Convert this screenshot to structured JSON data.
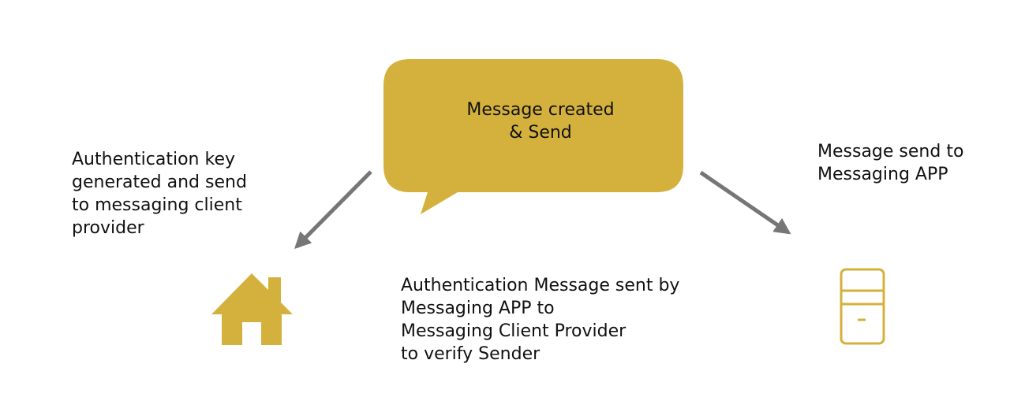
{
  "colors": {
    "accent": "#D4B13C",
    "arrow": "#767676",
    "text": "#111111",
    "background": "#FFFFFF"
  },
  "bubble": {
    "lines": [
      "Message created",
      "& Send"
    ]
  },
  "left_note": {
    "lines": [
      "Authentication key",
      "generated and send",
      "to messaging client",
      "provider"
    ]
  },
  "right_note": {
    "lines": [
      "Message send to",
      "Messaging APP"
    ]
  },
  "bottom_note": {
    "lines": [
      "Authentication Message sent by",
      "Messaging APP to",
      "Messaging Client Provider",
      "to verify Sender"
    ]
  },
  "icons": {
    "left": "house-icon",
    "right": "mobile-device-icon"
  }
}
